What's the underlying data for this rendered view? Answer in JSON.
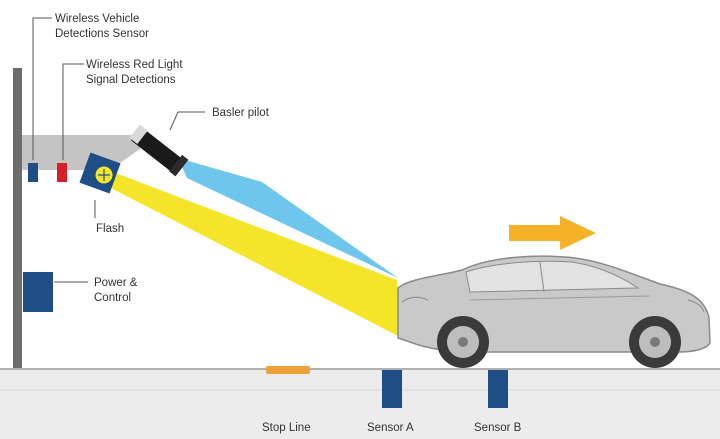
{
  "labels": {
    "vehicle_sensor": [
      "Wireless Vehicle",
      "Detections Sensor"
    ],
    "red_light": [
      "Wireless Red Light",
      "Signal Detections"
    ],
    "camera": "Basler pilot",
    "flash": "Flash",
    "power": [
      "Power &",
      "Control"
    ],
    "stop_line": "Stop Line",
    "sensor_a": "Sensor A",
    "sensor_b": "Sensor B"
  },
  "colors": {
    "pole": "#6e6e6e",
    "road": "#ececec",
    "road_edge": "#9a9a9a",
    "dark_blue": "#1f4e86",
    "red_detector": "#d61f26",
    "flash_beam": "#f5e52a",
    "camera_beam": "#6ec6ec",
    "stop_line": "#f0a23a",
    "arrow": "#f5b127",
    "car_body": "#c9c9c9",
    "car_outline": "#8a8a8a"
  },
  "icons": {
    "camera": "camera-icon",
    "flash": "flash-unit-icon",
    "car": "car-icon",
    "arrow": "direction-arrow-icon"
  }
}
